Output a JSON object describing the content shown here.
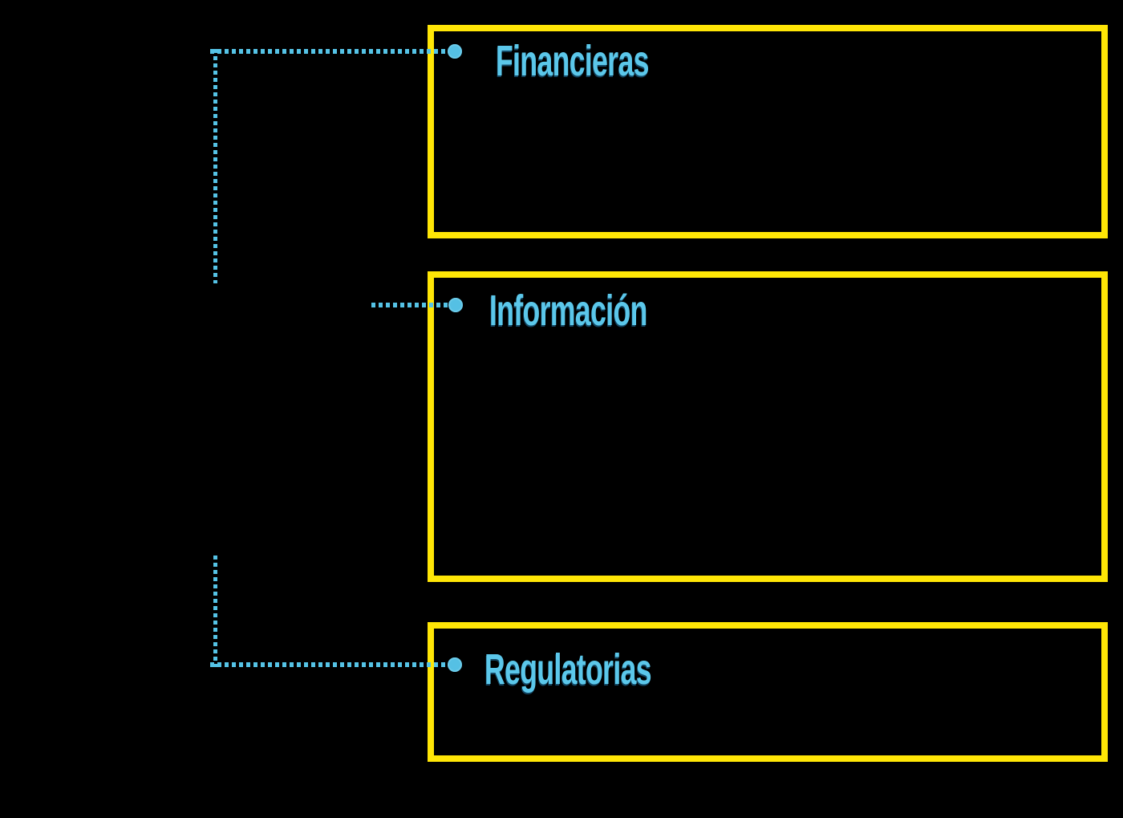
{
  "diagram": {
    "type": "mind-map-branches",
    "background_color": "#000000",
    "box_border_color": "#FFE606",
    "title_color": "#5BC7EA",
    "connector_color": "#55C3E6",
    "connector_style": "dotted",
    "boxes": [
      {
        "id": "financieras",
        "title": "Financieras"
      },
      {
        "id": "informacion",
        "title": "Información"
      },
      {
        "id": "regulatorias",
        "title": "Regulatorias"
      }
    ]
  }
}
